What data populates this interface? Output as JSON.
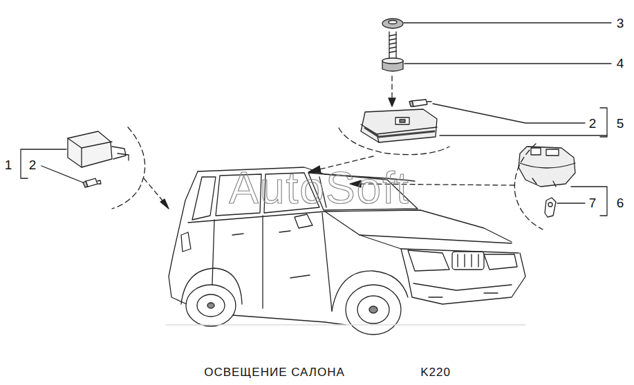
{
  "diagram": {
    "title": "ОСВЕЩЕНИЕ САЛОНА",
    "labels": [
      "1",
      "2",
      "3",
      "4",
      "2",
      "5",
      "6",
      "7",
      "AutoSoft",
      "K220"
    ]
  }
}
